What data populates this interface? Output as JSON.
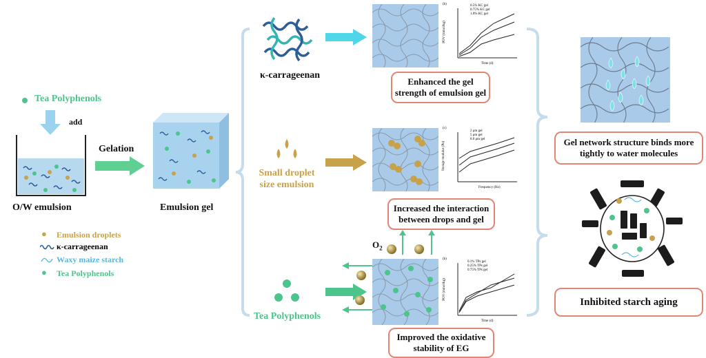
{
  "left": {
    "tp_label": "Tea Polyphenols",
    "add_label": "add",
    "ow_label": "O/W emulsion",
    "gelation_label": "Gelation",
    "emulsion_gel_label": "Emulsion gel"
  },
  "legend": {
    "droplets": "Emulsion droplets",
    "kcar": "κ-carrageenan",
    "starch": "Waxy maize starch",
    "tp": "Tea Polyphenols"
  },
  "middle": {
    "kcar_label": "κ-carrageenan",
    "small_droplet_label_1": "Small droplet",
    "small_droplet_label_2": "size emulsion",
    "tp_label": "Tea Polyphenols",
    "o2_label": "O",
    "o2_sub": "2"
  },
  "results": {
    "enhanced_1": "Enhanced the gel",
    "enhanced_2": "strength of emulsion gel",
    "interaction_1": "Increased the interaction",
    "interaction_2": "between drops and gel",
    "oxidative_1": "Improved the oxidative",
    "oxidative_2": "stability of EG"
  },
  "right": {
    "network_1": "Gel network structure binds more",
    "network_2": "tightly to water molecules",
    "starch_aging": "Inhibited starch aging"
  },
  "charts": {
    "a_tag": "(b)",
    "a_ylabel": "POV (mmol/kg)",
    "a_xlabel": "Time (d)",
    "a_legend": [
      "0.5% KC gel",
      "0.75% KC gel",
      "1.0% KC gel"
    ],
    "b_tag": "(c)",
    "b_ylabel": "Storage modulus (Pa)",
    "b_xlabel": "Frequency (Hz)",
    "b_legend": [
      "2 μm gel",
      "5 μm gel",
      "8.0 μm gel"
    ],
    "c_tag": "(b)",
    "c_ylabel": "POV (mmol/kg)",
    "c_xlabel": "Time (d)",
    "c_legend": [
      "0.1% TPs gel",
      "0.25% TPs gel",
      "0.75% TPs gel"
    ]
  },
  "colors": {
    "green": "#4dc48b",
    "gold": "#c8a24a",
    "blue": "#5bb6df",
    "box_border": "#e38572",
    "panel": "#a9cbe9"
  }
}
